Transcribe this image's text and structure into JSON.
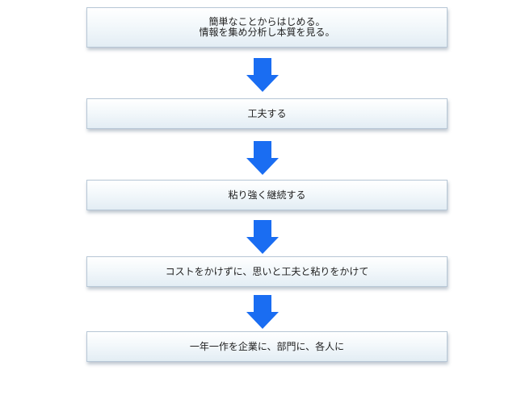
{
  "steps": [
    {
      "lines": [
        "簡単なことからはじめる。",
        "情報を集め分析し本質を見る。"
      ]
    },
    {
      "lines": [
        "工夫する"
      ]
    },
    {
      "lines": [
        "粘り強く継続する"
      ]
    },
    {
      "lines": [
        "コストをかけずに、思いと工夫と粘りをかけて"
      ]
    },
    {
      "lines": [
        "一年一作を企業に、部門に、各人に"
      ]
    }
  ],
  "arrow_color": "#1a6df2"
}
